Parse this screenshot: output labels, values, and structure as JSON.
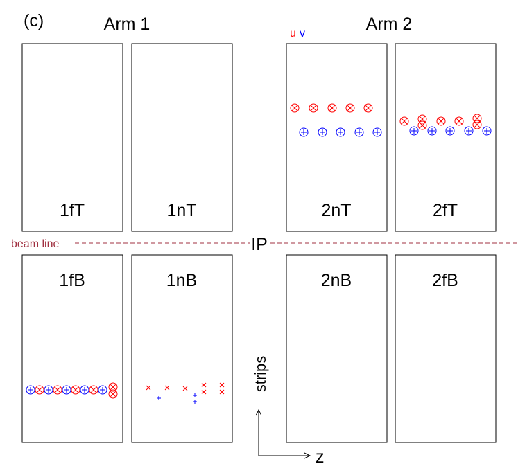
{
  "panel_label": "(c)",
  "arms": [
    "Arm 1",
    "Arm 2"
  ],
  "legend": {
    "u": "u",
    "v": "v"
  },
  "colors": {
    "u": "#ff0000",
    "v": "#0000ff",
    "beam": "#a03040",
    "box": "#000000"
  },
  "beam_label": "beam line",
  "ip_label": "IP",
  "axes": {
    "vertical": "strips",
    "horizontal": "z"
  },
  "detectors": [
    {
      "name": "1fT"
    },
    {
      "name": "1nT"
    },
    {
      "name": "2nT"
    },
    {
      "name": "2fT"
    },
    {
      "name": "1fB"
    },
    {
      "name": "1nB"
    },
    {
      "name": "2nB"
    },
    {
      "name": "2fB"
    }
  ],
  "hit_legend": {
    "u_symbol": "circled-cross",
    "v_symbol": "circled-plus",
    "u_plain": "cross",
    "v_plain": "plus"
  }
}
